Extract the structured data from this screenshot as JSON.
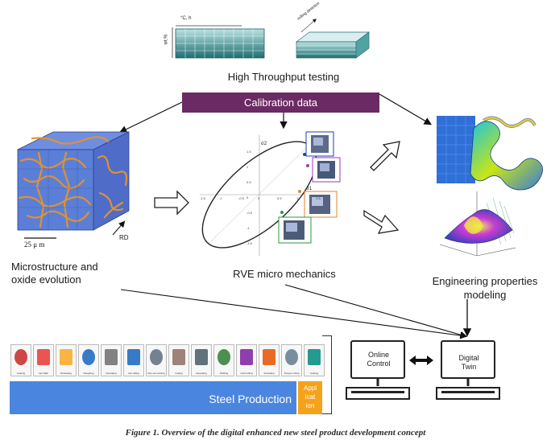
{
  "high_throughput": {
    "label": "High Throughput testing",
    "grid_axis_top": "°C, h",
    "grid_axis_side": "wt.%",
    "slab_axis": "rolling direction"
  },
  "calibration": {
    "label": "Calibration data"
  },
  "microstructure": {
    "label_line1": "Microstructure and",
    "label_line2": "oxide evolution",
    "scale_bar": "25 μ m",
    "direction": "RD"
  },
  "rve": {
    "label": "RVE micro mechanics",
    "axis_sigma2": "σ2",
    "axis_sigma1": "σ1",
    "x_ticks": [
      "-1.5",
      "-1",
      "-0.5",
      "0",
      "0.5",
      "1",
      "1.5"
    ],
    "y_ticks": [
      "1.5",
      "1",
      "0.5",
      "0",
      "-0.5",
      "-1",
      "-1.5"
    ]
  },
  "engineering": {
    "label_line1": "Engineering properties",
    "label_line2": "modeling"
  },
  "production": {
    "bar_label": "Steel Production",
    "application_lines": [
      "Appl",
      "icat",
      "ion"
    ],
    "process_steps": [
      "Casting",
      "Hot Slab",
      "Reheating",
      "Roughing",
      "Descaling",
      "Hot rolling",
      "Run-out cooling",
      "Coiling",
      "Descaling",
      "Pickling",
      "Cold rolling",
      "Annealing",
      "Temper rolling",
      "Coating"
    ]
  },
  "computers": {
    "online": [
      "Online",
      "Control"
    ],
    "twin": [
      "Digital",
      "Twin"
    ]
  },
  "caption": "Figure 1. Overview of the digital enhanced new steel product development concept",
  "colors": {
    "calibration_bg": "#6b2a63",
    "steel_bar": "#4a86e0",
    "application": "#f5a21b",
    "grid_teal": "#2b8a8a",
    "micro_blue": "#5b7fd6",
    "micro_orange": "#e8932a"
  }
}
